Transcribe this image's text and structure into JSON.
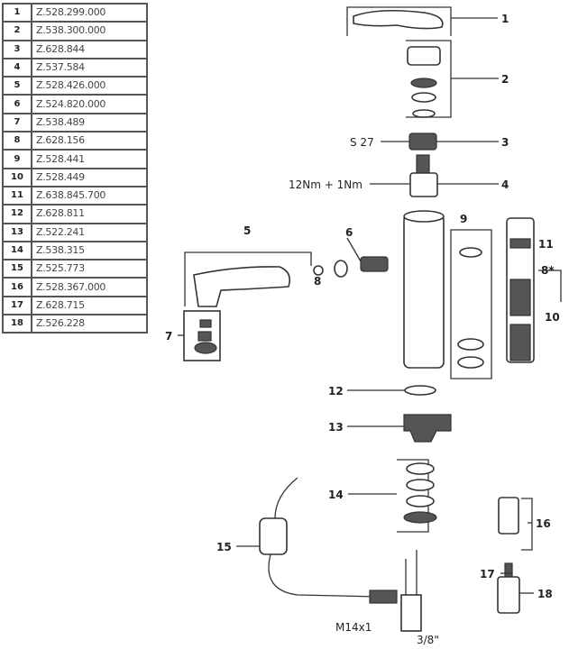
{
  "parts_table": [
    {
      "no": "1",
      "part": "Z.528.299.000"
    },
    {
      "no": "2",
      "part": "Z.538.300.000"
    },
    {
      "no": "3",
      "part": "Z.628.844"
    },
    {
      "no": "4",
      "part": "Z.537.584"
    },
    {
      "no": "5",
      "part": "Z.528.426.000"
    },
    {
      "no": "6",
      "part": "Z.524.820.000"
    },
    {
      "no": "7",
      "part": "Z.538.489"
    },
    {
      "no": "8",
      "part": "Z.628.156"
    },
    {
      "no": "9",
      "part": "Z.528.441"
    },
    {
      "no": "10",
      "part": "Z.528.449"
    },
    {
      "no": "11",
      "part": "Z.638.845.700"
    },
    {
      "no": "12",
      "part": "Z.628.811"
    },
    {
      "no": "13",
      "part": "Z.522.241"
    },
    {
      "no": "14",
      "part": "Z.538.315"
    },
    {
      "no": "15",
      "part": "Z.525.773"
    },
    {
      "no": "16",
      "part": "Z.528.367.000"
    },
    {
      "no": "17",
      "part": "Z.628.715"
    },
    {
      "no": "18",
      "part": "Z.526.228"
    }
  ],
  "callouts": {
    "c1": "1",
    "c2": "2",
    "c3": "3",
    "c4": "4",
    "c5": "5",
    "c6": "6",
    "c7": "7",
    "c8": "8",
    "c9": "9",
    "c10": "10",
    "c11": "11",
    "c11b": "8*",
    "c12": "12",
    "c13": "13",
    "c14": "14",
    "c15": "15",
    "c16": "16",
    "c17": "17",
    "c18": "18",
    "wrench_size": "S 27",
    "torque": "12Nm + 1Nm",
    "thread": "M14x1",
    "connection": "3/8\""
  }
}
